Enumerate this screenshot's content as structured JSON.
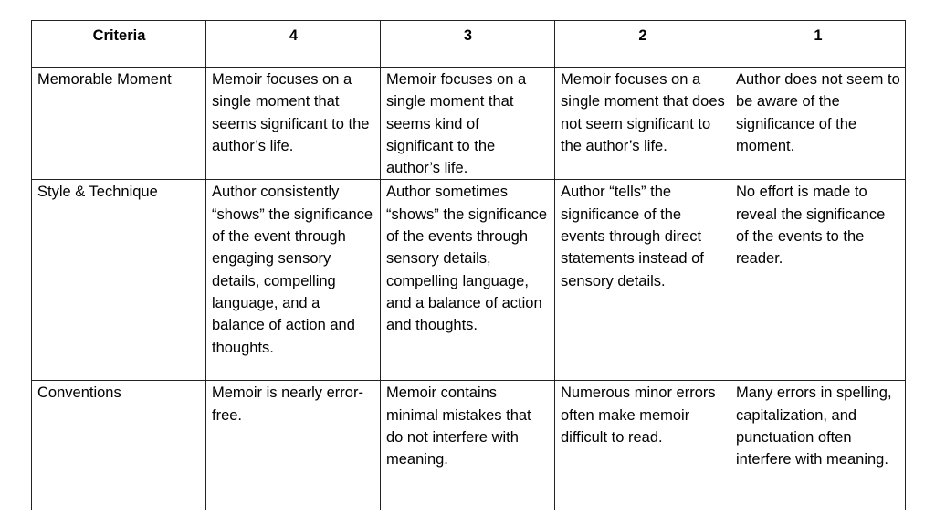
{
  "table": {
    "headers": [
      "Criteria",
      "4",
      "3",
      "2",
      "1"
    ],
    "rows": [
      {
        "criteria": "Memorable Moment",
        "cells": [
          "Memoir focuses on a single moment that seems significant to the author’s life.",
          "Memoir focuses on a single moment that seems kind of significant to the author’s life.",
          "Memoir focuses on a single moment that does not seem significant to the author’s life.",
          "Author does not seem to be aware of the significance of the moment."
        ]
      },
      {
        "criteria": "Style & Technique",
        "cells": [
          "Author consistently “shows” the significance of the event through engaging sensory details, compelling language, and a balance of action and thoughts.",
          "Author sometimes “shows” the significance of the events through sensory details, compelling language, and a balance of action and thoughts.",
          "Author “tells” the significance of the events through direct statements instead of sensory details.",
          "No effort is made to reveal the significance of the events to the reader."
        ]
      },
      {
        "criteria": "Conventions",
        "cells": [
          "Memoir is nearly error-free.",
          "Memoir contains minimal mistakes that do not interfere with meaning.",
          "Numerous minor errors often make memoir difficult to read.",
          "Many errors in spelling, capitalization, and punctuation often interfere with meaning."
        ]
      }
    ]
  }
}
